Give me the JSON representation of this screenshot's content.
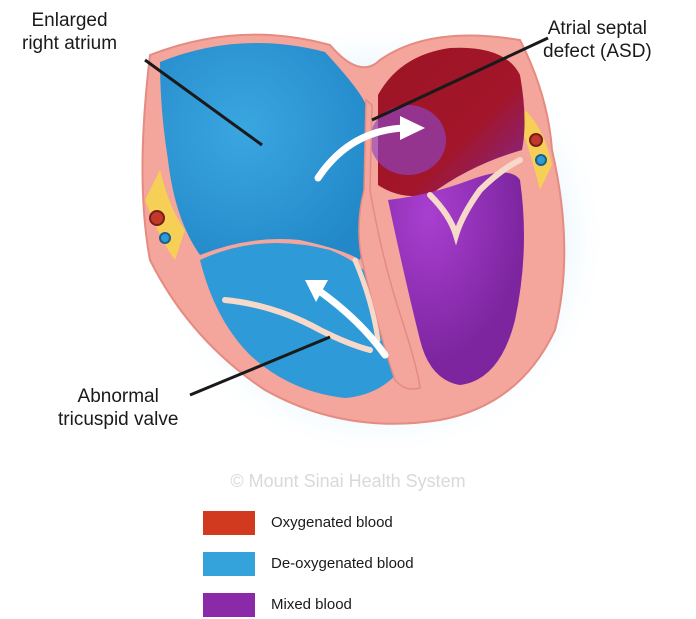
{
  "labels": {
    "right_atrium": [
      "Enlarged",
      "right atrium"
    ],
    "asd": [
      "Atrial septal",
      "defect (ASD)"
    ],
    "valve": [
      "Abnormal",
      "tricuspid valve"
    ]
  },
  "watermark": "© Mount Sinai Health System",
  "legend": [
    {
      "label": "Oxygenated blood",
      "color": "#d23a1f"
    },
    {
      "label": "De-oxygenated blood",
      "color": "#35a3db"
    },
    {
      "label": "Mixed blood",
      "color": "#8a2aa8"
    }
  ],
  "colors": {
    "deoxygenated": "#2f9ad8",
    "oxygenated": "#b3121f",
    "mixed": "#8e2fb0",
    "muscle": "#f4a59c",
    "fat": "#f5cf56",
    "glow": "#a8dcf6"
  }
}
